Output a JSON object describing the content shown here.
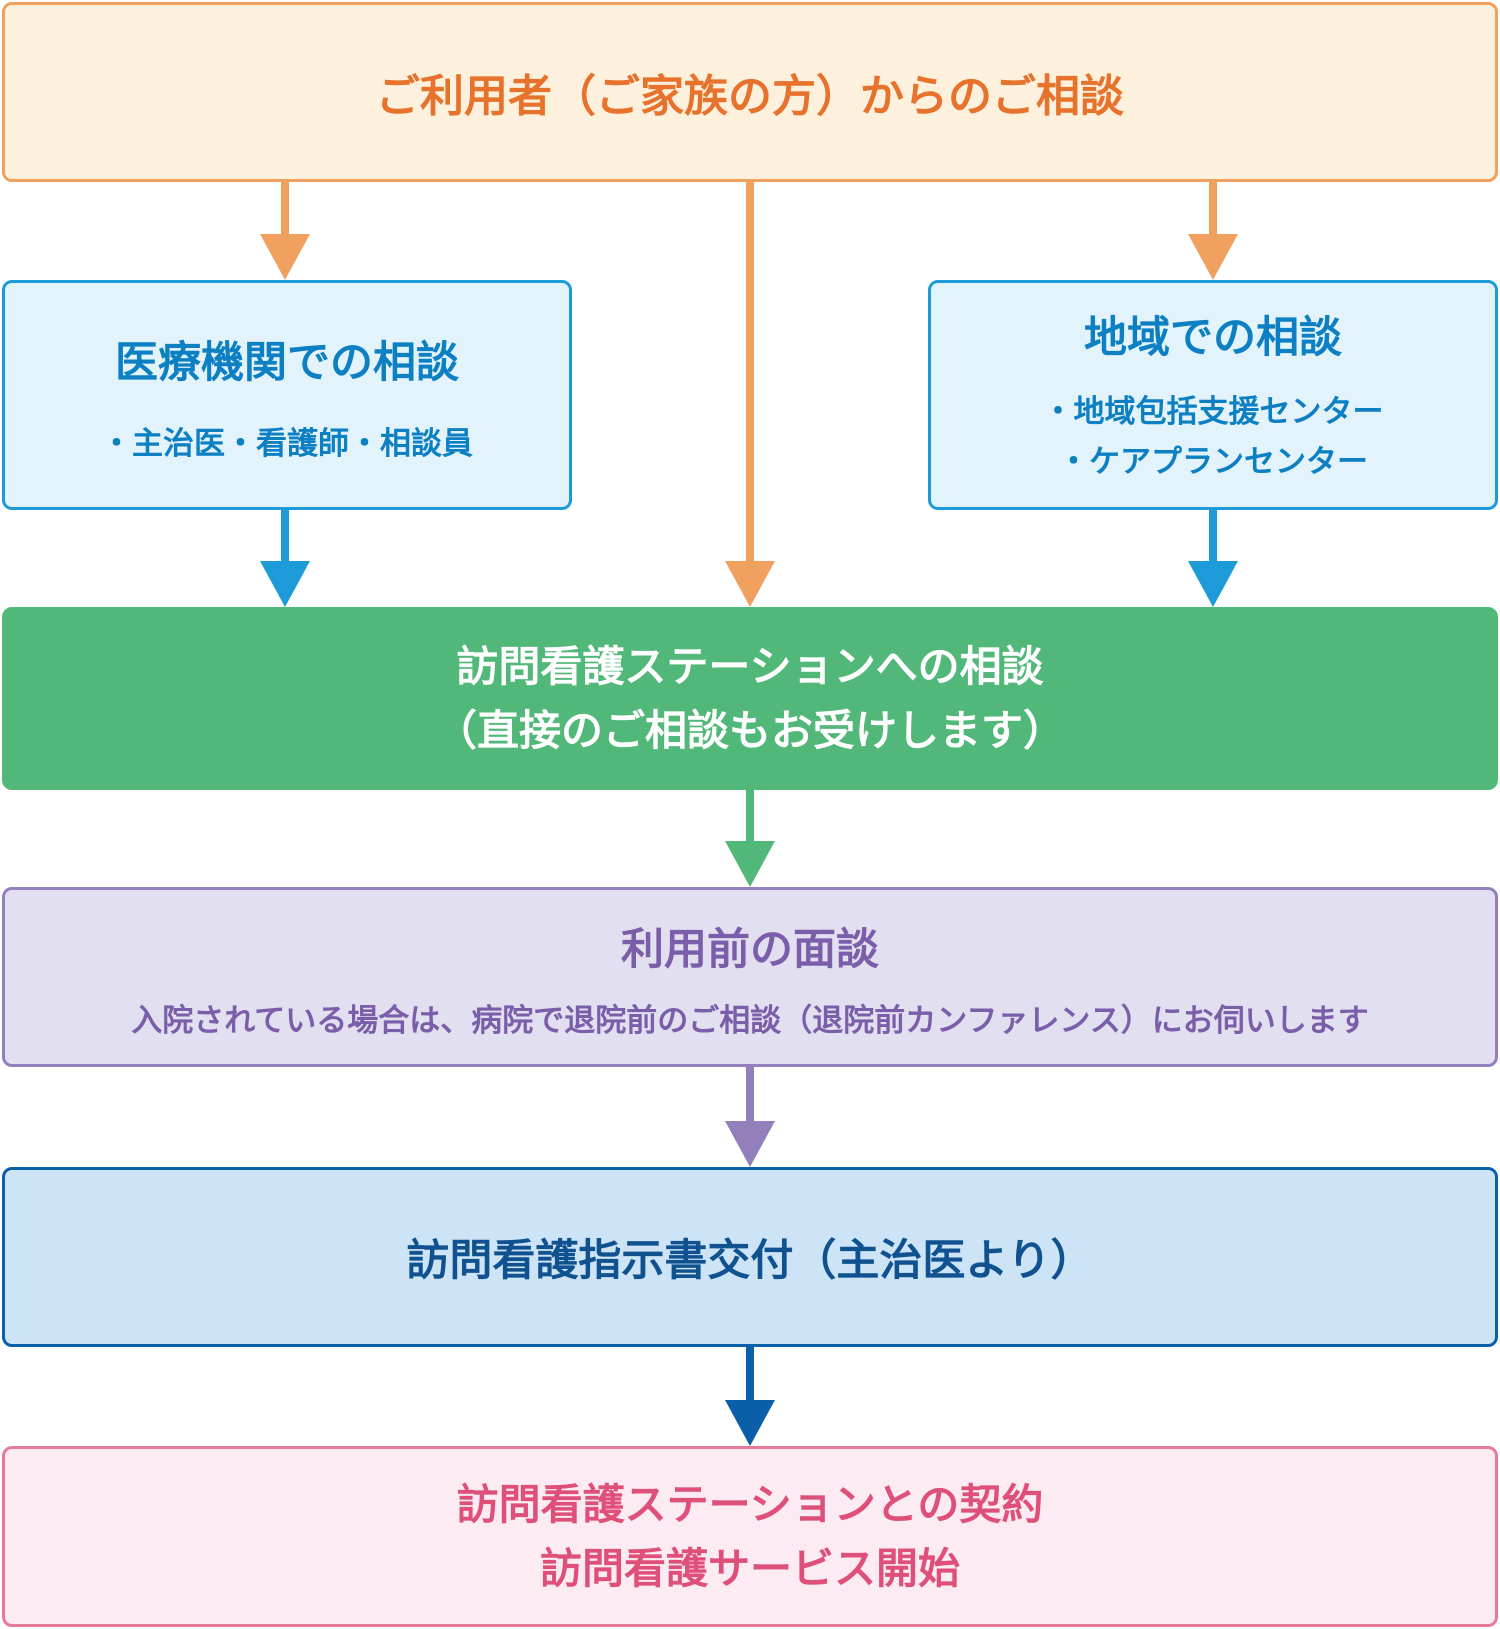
{
  "colors": {
    "orange": "#f0a15f",
    "blue": "#1d9ad8",
    "green": "#52b879",
    "purple": "#937fbc",
    "navy": "#0b5ea8",
    "pink": "#e57b99"
  },
  "top": {
    "label": "ご利用者（ご家族の方）からのご相談"
  },
  "medical": {
    "title": "医療機関での相談",
    "sub": "・主治医・看護師・相談員"
  },
  "regional": {
    "title": "地域での相談",
    "sub_1": "・地域包括支援センター",
    "sub_2": "・ケアプランセンター"
  },
  "station": {
    "line_1": "訪問看護ステーションへの相談",
    "line_2": "（直接のご相談もお受けします）"
  },
  "interview": {
    "title": "利用前の面談",
    "sub": "入院されている場合は、病院で退院前のご相談（退院前カンファレンス）にお伺いします"
  },
  "instruction": {
    "label": "訪問看護指示書交付（主治医より）"
  },
  "contract": {
    "line_1": "訪問看護ステーションとの契約",
    "line_2": "訪問看護サービス開始"
  }
}
